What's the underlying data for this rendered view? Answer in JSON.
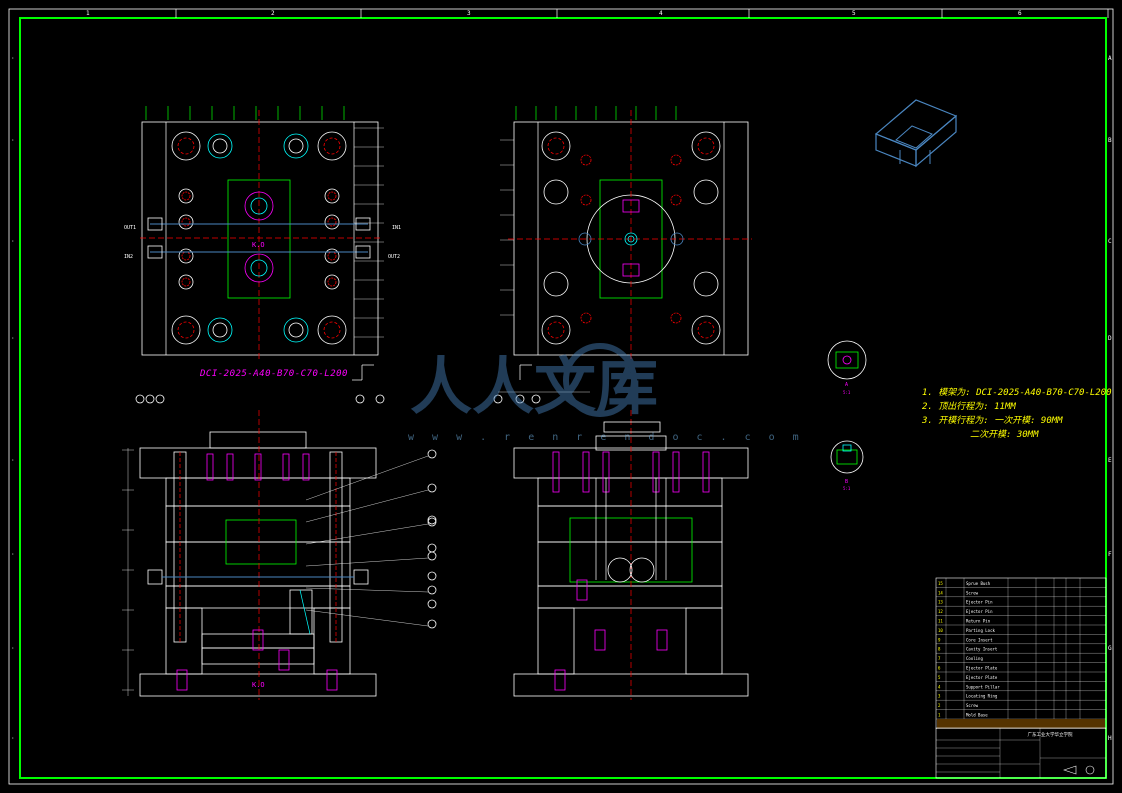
{
  "drawing": {
    "frame_color": "#00ff00",
    "line_color": "#ffffff",
    "mold_label": "DCI-2025-A40-B70-C70-L200",
    "notes": [
      "1. 模架为: DCI-2025-A40-B70-C70-L200",
      "2. 顶出行程为: 11MM",
      "3. 开模行程为: 一次开模: 90MM",
      "二次开模: 30MM"
    ],
    "zone_cols": [
      "1",
      "2",
      "3",
      "4",
      "5",
      "6"
    ],
    "zone_rows": [
      "A",
      "B",
      "C",
      "D",
      "E",
      "F",
      "G",
      "H"
    ],
    "section_labels": [
      {
        "id": "A",
        "scale": "5:1"
      },
      {
        "id": "B",
        "scale": "5:1"
      }
    ],
    "side_labels": {
      "out1": "OUT1",
      "in1": "IN1",
      "in2": "IN2",
      "out2": "OUT2"
    },
    "kd": "K.O"
  },
  "watermark": {
    "cn": "人人文库",
    "url": "w w w . r e n r e n d o c . c o m",
    "color": "#4a86c0"
  },
  "title_block": {
    "school": "广东工业大学华立学院",
    "rows": [
      "Sprue Bush",
      "Screw",
      "Ejector Pin",
      "Ejector Pin",
      "Return Pin",
      "Parting Lock",
      "Core Insert",
      "Cavity Insert",
      "Cooling",
      "Ejector Plate",
      "Ejector Plate",
      "Support Pillar",
      "Locating Ring",
      "Screw",
      "Mold Base"
    ]
  }
}
